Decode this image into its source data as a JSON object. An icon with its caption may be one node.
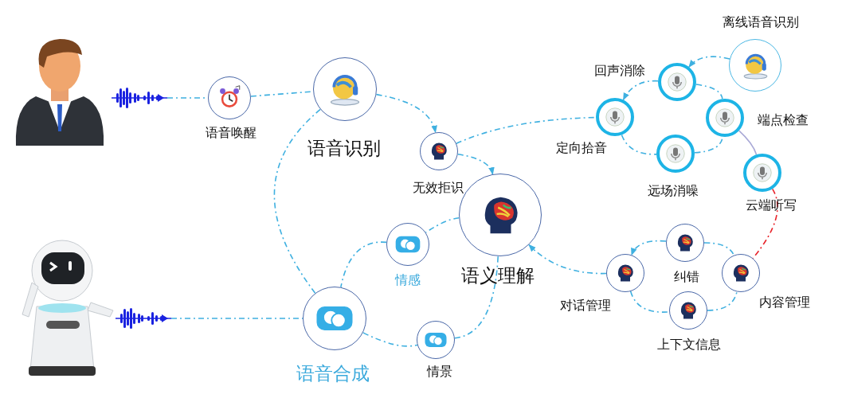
{
  "diagram": {
    "nodes": [
      {
        "text": [],
        "shape": "person"
      },
      {
        "text": [],
        "shape": "picture"
      },
      {
        "text": [
          "语音唤醒"
        ]
      },
      {
        "text": [
          "语音识别"
        ]
      },
      {
        "text": [
          "无效拒识"
        ]
      },
      {
        "text": [
          "语义理解"
        ]
      },
      {
        "text": [
          "定向拾音"
        ]
      },
      {
        "text": [
          "回声消除"
        ]
      },
      {
        "text": [
          "端点检查"
        ]
      },
      {
        "text": [
          "远场消噪"
        ]
      },
      {
        "text": [
          "离线语音识别"
        ]
      },
      {
        "text": [
          "云端听写"
        ]
      },
      {
        "text": [
          "情感"
        ]
      },
      {
        "text": [
          "语音合成"
        ]
      },
      {
        "text": [
          "情景"
        ]
      },
      {
        "text": [
          "对话管理"
        ]
      },
      {
        "text": [
          "纠错"
        ]
      },
      {
        "text": [
          "上下文信息"
        ]
      },
      {
        "text": [
          "内容管理"
        ]
      },
      {
        "text": [],
        "shape": "picture"
      },
      {
        "text": [],
        "shape": "picture"
      }
    ],
    "edges": [
      {
        "from": 1,
        "to": 2,
        "arrow": "none",
        "style": "dashed"
      },
      {
        "from": 2,
        "to": 3,
        "arrow": "none",
        "style": "dashed"
      },
      {
        "from": 3,
        "to": 4,
        "arrow": "to",
        "style": "dashed"
      },
      {
        "from": 4,
        "to": 5,
        "arrow": "to",
        "style": "dashed"
      },
      {
        "from": 4,
        "to": 6,
        "arrow": "none",
        "style": "dashed"
      },
      {
        "from": 10,
        "to": 7,
        "arrow": "to",
        "style": "dashed"
      },
      {
        "from": 7,
        "to": 6,
        "arrow": "to",
        "style": "dashed"
      },
      {
        "from": 7,
        "to": 8,
        "arrow": "none",
        "style": "dashed"
      },
      {
        "from": 6,
        "to": 9,
        "arrow": "none",
        "style": "dashed"
      },
      {
        "from": 9,
        "to": 8,
        "arrow": "none",
        "style": "dashed"
      },
      {
        "from": 8,
        "to": 11,
        "arrow": "none",
        "color": "#a9a9d6"
      },
      {
        "from": 11,
        "to": 18,
        "arrow": "none",
        "style": "dashed",
        "color": "#e8232a"
      },
      {
        "from": 15,
        "to": 5,
        "arrow": "to",
        "style": "dashed"
      },
      {
        "from": 16,
        "to": 15,
        "arrow": "to",
        "style": "dashed"
      },
      {
        "from": 16,
        "to": 18,
        "arrow": "none",
        "style": "dashed"
      },
      {
        "from": 15,
        "to": 17,
        "arrow": "none",
        "style": "dashed"
      },
      {
        "from": 17,
        "to": 18,
        "arrow": "none",
        "style": "dashed"
      },
      {
        "from": 3,
        "to": 13,
        "arrow": "none",
        "style": "dashed"
      },
      {
        "from": 5,
        "to": 12,
        "arrow": "none",
        "style": "dashed"
      },
      {
        "from": 12,
        "to": 13,
        "arrow": "none",
        "style": "dashed"
      },
      {
        "from": 13,
        "to": 14,
        "arrow": "none",
        "style": "dashed"
      },
      {
        "from": 14,
        "to": 5,
        "arrow": "none",
        "style": "dashed"
      },
      {
        "from": 20,
        "to": 13,
        "arrow": "none",
        "style": "dashed"
      }
    ]
  }
}
